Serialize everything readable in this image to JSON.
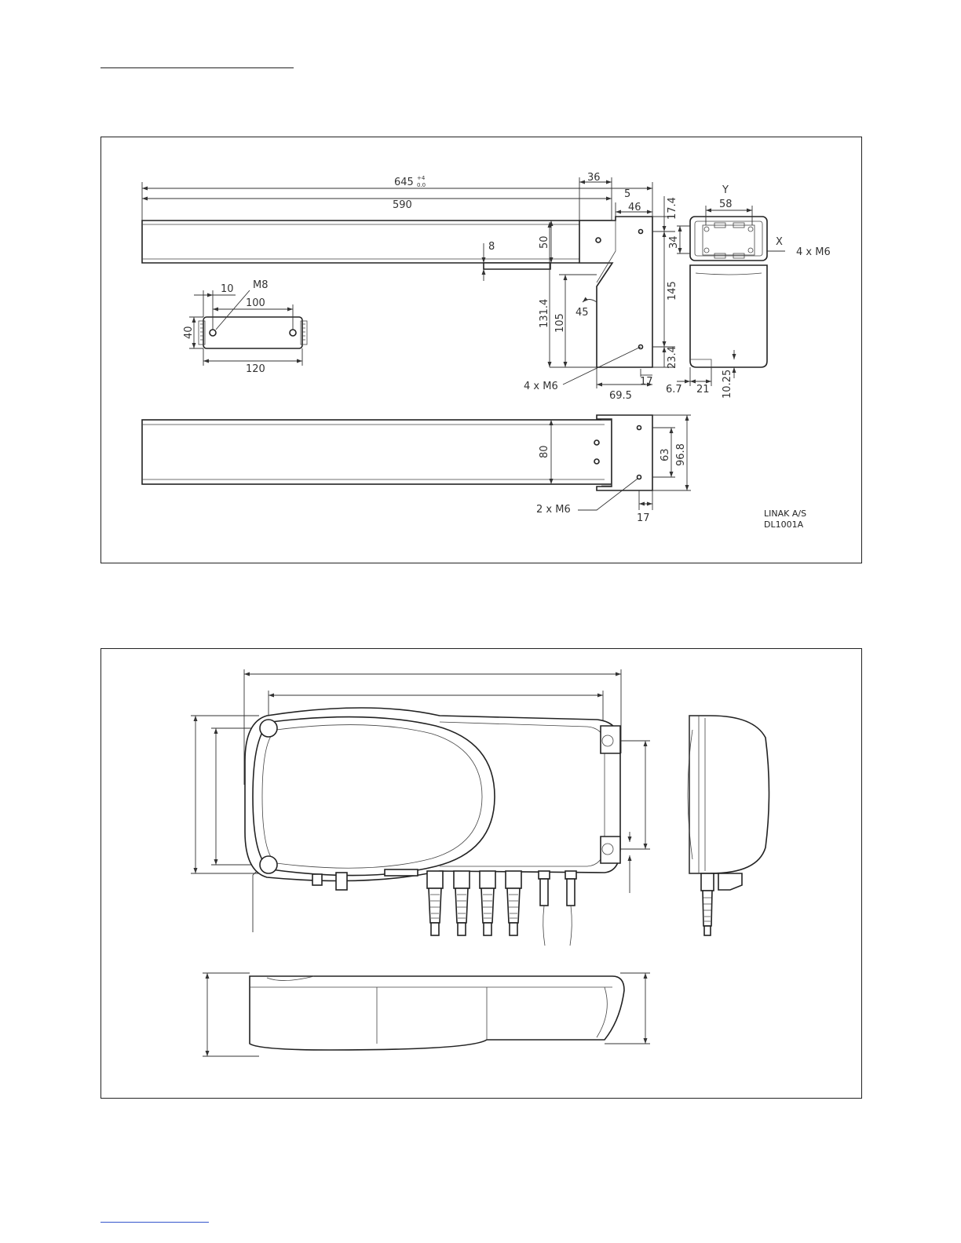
{
  "drawing1": {
    "dims": {
      "d645": "645",
      "d645_tol_upper": "+4",
      "d645_tol_lower": "0.0",
      "d590": "590",
      "d36": "36",
      "d5": "5",
      "d46": "46",
      "d17_4": "17.4",
      "d8": "8",
      "d50": "50",
      "d45": "45",
      "d131_4": "131.4",
      "d105": "105",
      "d145": "145",
      "d23_4": "23.4",
      "d17a": "17",
      "d69_5": "69.5",
      "d6_7": "6.7",
      "d21": "21",
      "d10_25": "10.25",
      "dY": "Y",
      "d58": "58",
      "d34": "34",
      "dX": "X",
      "m6_4_side": "4 x M6",
      "m6_4_front": "4 x M6",
      "d10": "10",
      "dM8": "M8",
      "d100": "100",
      "d40": "40",
      "d120": "120",
      "d80": "80",
      "d63": "63",
      "d96_8": "96.8",
      "m6_2": "2 x M6",
      "d17b": "17"
    },
    "company": "LINAK A/S",
    "code": "DL1001A"
  }
}
